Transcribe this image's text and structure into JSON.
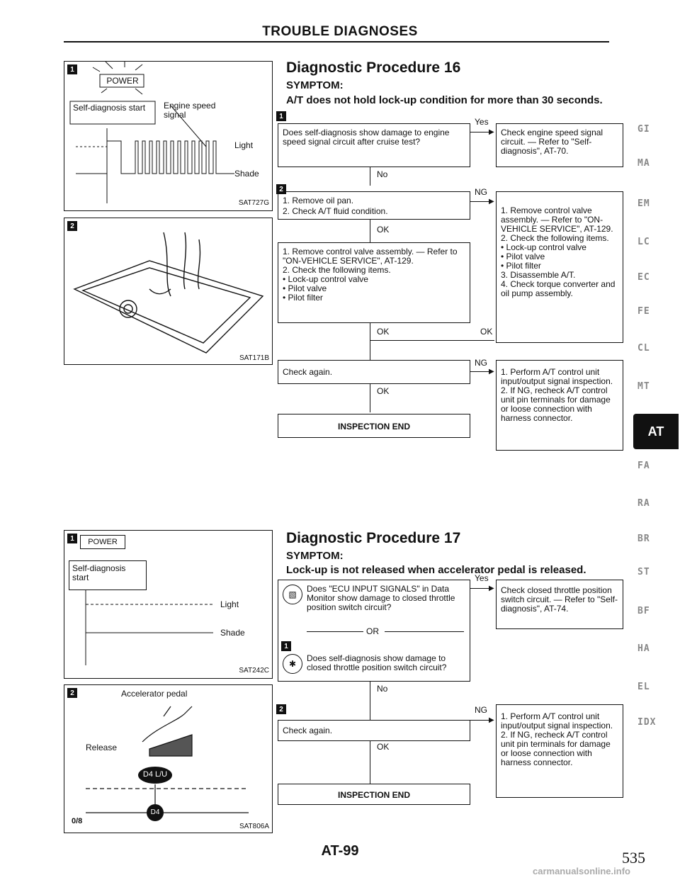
{
  "header": {
    "title": "TROUBLE DIAGNOSES"
  },
  "footer": {
    "page_code": "AT-99",
    "page_number": "535",
    "watermark": "carmanualsonline.info"
  },
  "side_tabs": [
    "GI",
    "MA",
    "EM",
    "LC",
    "EC",
    "FE",
    "CL",
    "MT",
    "AT",
    "FA",
    "RA",
    "BR",
    "ST",
    "BF",
    "HA",
    "EL",
    "IDX"
  ],
  "figures": {
    "f1": {
      "step": "1",
      "power": "POWER",
      "self_diag": "Self-diagnosis start",
      "engine": "Engine speed signal",
      "light": "Light",
      "shade": "Shade",
      "code": "SAT727G"
    },
    "f2": {
      "step": "2",
      "code": "SAT171B"
    },
    "f3": {
      "step": "1",
      "power": "POWER",
      "self_diag": "Self-diagnosis start",
      "light": "Light",
      "shade": "Shade",
      "code": "SAT242C"
    },
    "f4": {
      "step": "2",
      "accel": "Accelerator pedal",
      "release": "Release",
      "d4lu": "D4 L/U",
      "d4": "D4",
      "zero": "0/8",
      "code": "SAT806A"
    }
  },
  "proc16": {
    "title": "Diagnostic Procedure 16",
    "symptom_label": "SYMPTOM:",
    "symptom": "A/T does not hold lock-up condition for more than 30 seconds.",
    "q1": "Does self-diagnosis show damage to engine speed signal circuit after cruise test?",
    "yes": "Yes",
    "yes_box": "Check engine speed signal circuit. — Refer to \"Self-diagnosis\", AT-70.",
    "no": "No",
    "s2a": "1. Remove oil pan.",
    "s2b": "2. Check A/T fluid condition.",
    "ng": "NG",
    "ng_box": [
      "1. Remove control valve assembly. — Refer to \"ON-VEHICLE SERVICE\", AT-129.",
      "2. Check the following items.",
      "• Lock-up control valve",
      "• Pilot valve",
      "• Pilot filter",
      "3. Disassemble A/T.",
      "4. Check torque converter and oil pump assembly."
    ],
    "ok": "OK",
    "s3": [
      "1. Remove control valve assembly. — Refer to \"ON-VEHICLE SERVICE\", AT-129.",
      "2. Check the following items.",
      "• Lock-up control valve",
      "• Pilot valve",
      "• Pilot filter"
    ],
    "ok2": "OK",
    "ok3": "OK",
    "check_again": "Check again.",
    "ng2": "NG",
    "ng2_box": [
      "1. Perform A/T control unit input/output signal inspection.",
      "2. If NG, recheck A/T control unit pin terminals for damage or loose connection with harness connector."
    ],
    "ok4": "OK",
    "end": "INSPECTION END"
  },
  "proc17": {
    "title": "Diagnostic Procedure 17",
    "symptom_label": "SYMPTOM:",
    "symptom": "Lock-up is not released when accelerator pedal is released.",
    "q1a": "Does \"ECU INPUT SIGNALS\" in Data Monitor show damage to closed throttle position switch circuit?",
    "or": "OR",
    "q1b": "Does self-diagnosis show damage to closed throttle position switch circuit?",
    "yes": "Yes",
    "yes_box": "Check closed throttle position switch circuit. — Refer to \"Self-diagnosis\", AT-74.",
    "no": "No",
    "check_again": "Check again.",
    "ng": "NG",
    "ng_box": [
      "1. Perform A/T control unit input/output signal inspection.",
      "2. If NG, recheck A/T control unit pin terminals for damage or loose connection with harness connector."
    ],
    "ok": "OK",
    "end": "INSPECTION END"
  }
}
